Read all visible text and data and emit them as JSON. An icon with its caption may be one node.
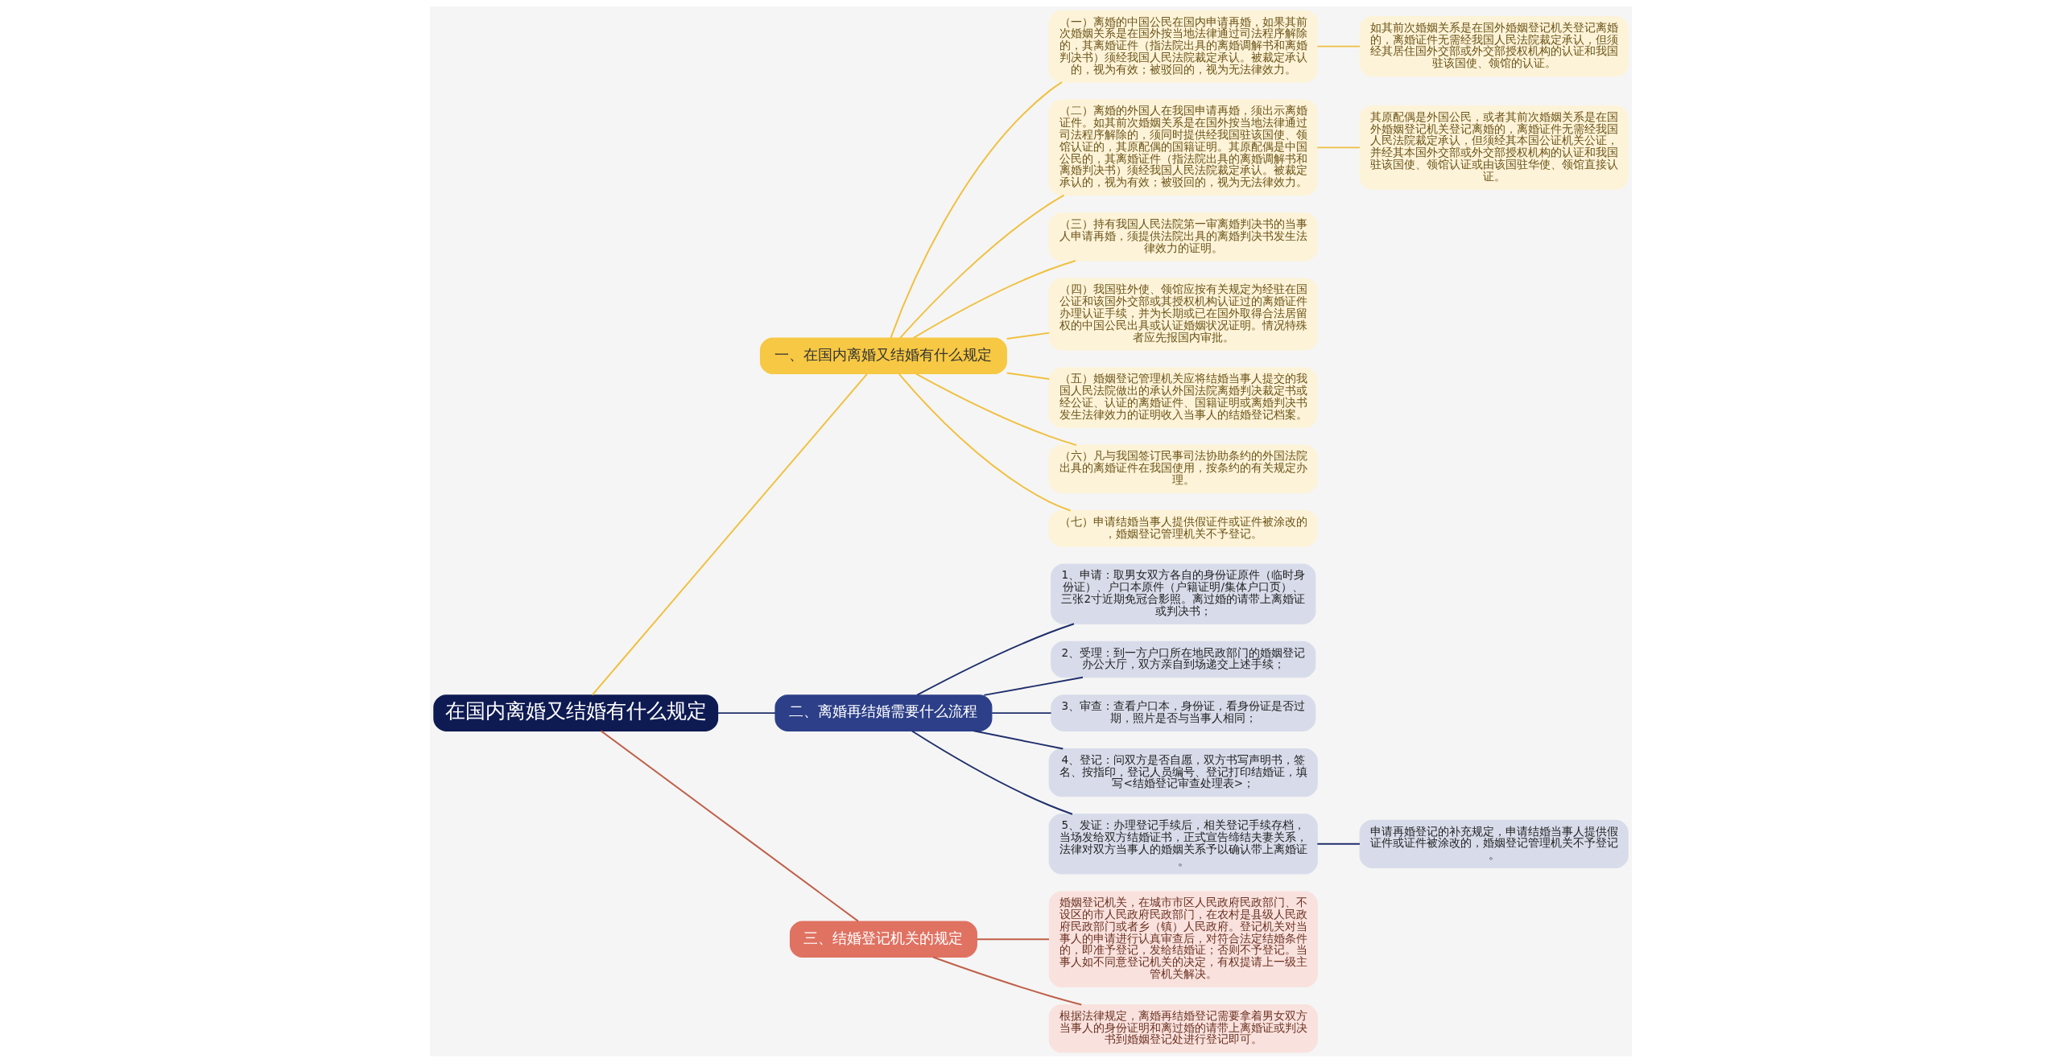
{
  "diagram": {
    "nodes": [
      {
        "text": [
          "在国内离婚又结婚有什么规定"
        ]
      },
      {
        "text": [
          "一、在国内离婚又结婚有什么规定"
        ]
      },
      {
        "text": [
          "（一）离婚的中国公民在国内申请再婚，如果其前次婚姻关系是在国外按当地法律通过司法程序解除的，其离婚证件（指法院出具的离婚调解书和离婚判决书）须经我国人民法院裁定承认。被裁定承认的，视为有效；被驳回的，视为无法律效力。"
        ]
      },
      {
        "text": [
          "如其前次婚姻关系是在国外婚姻登记机关登记离婚的，离婚证件无需经我国人民法院裁定承认，但须经其居住国外交部或外交部授权机构的认证和我国驻该国使、领馆的认证。"
        ]
      },
      {
        "text": [
          "（二）离婚的外国人在我国申请再婚，须出示离婚证件。如其前次婚姻关系是在国外按当地法律通过司法程序解除的，须同时提供经我国驻该国使、领馆认证的，其原配偶的国籍证明。其原配偶是中国公民的，其离婚证件（指法院出具的离婚调解书和离婚判决书）须经我国人民法院裁定承认。被裁定承认的，视为有效；被驳回的，视为无法律效力。"
        ]
      },
      {
        "text": [
          "其原配偶是外国公民，或者其前次婚姻关系是在国外婚姻登记机关登记离婚的，离婚证件无需经我国人民法院裁定承认，但须经其本国公证机关公证，并经其本国外交部或外交部授权机构的认证和我国驻该国使、领馆认证或由该国驻华使、领馆直接认证。"
        ]
      },
      {
        "text": [
          "（三）持有我国人民法院第一审离婚判决书的当事人申请再婚，须提供法院出具的离婚判决书发生法律效力的证明。"
        ]
      },
      {
        "text": [
          "（四）我国驻外使、领馆应按有关规定为经驻在国公证和该国外交部或其授权机构认证过的离婚证件办理认证手续，并为长期或已在国外取得合法居留权的中国公民出具或认证婚姻状况证明。情况特殊者应先报国内审批。"
        ]
      },
      {
        "text": [
          "（五）婚姻登记管理机关应将结婚当事人提交的我国人民法院做出的承认外国法院离婚判决裁定书或经公证、认证的离婚证件、国籍证明或离婚判决书发生法律效力的证明收入当事人的结婚登记档案。"
        ]
      },
      {
        "text": [
          "（六）凡与我国签订民事司法协助条约的外国法院出具的离婚证件在我国使用，按条约的有关规定办理。"
        ]
      },
      {
        "text": [
          "（七）申请结婚当事人提供假证件或证件被涂改的，婚姻登记管理机关不予登记。"
        ]
      },
      {
        "text": [
          "二、离婚再结婚需要什么流程"
        ]
      },
      {
        "text": [
          "1、申请：取男女双方各自的身份证原件（临时身份证）、户口本原件（户籍证明/集体户口页）、三张2寸近期免冠合影照。离过婚的请带上离婚证或判决书；"
        ]
      },
      {
        "text": [
          "2、受理：到一方户口所在地民政部门的婚姻登记办公大厅，双方亲自到场递交上述手续；"
        ]
      },
      {
        "text": [
          "3、审查：查看户口本，身份证，看身份证是否过期，照片是否与当事人相同；"
        ]
      },
      {
        "text": [
          "4、登记：问双方是否自愿，双方书写声明书，签名、按指印，登记人员编号、登记打印结婚证，填写<结婚登记审查处理表>；"
        ]
      },
      {
        "text": [
          "5、发证：办理登记手续后，相关登记手续存档，当场发给双方结婚证书，正式宣告缔结夫妻关系，法律对双方当事人的婚姻关系予以确认带上离婚证。"
        ]
      },
      {
        "text": [
          "申请再婚登记的补充规定，申请结婚当事人提供假证件或证件被涂改的，婚姻登记管理机关不予登记。"
        ]
      },
      {
        "text": [
          "三、结婚登记机关的规定"
        ]
      },
      {
        "text": [
          "婚姻登记机关，在城市市区人民政府民政部门、不设区的市人民政府民政部门，在农村是县级人民政府民政部门或者乡（镇）人民政府。登记机关对当事人的申请进行认真审查后，对符合法定结婚条件的，即准予登记，发给结婚证；否则不予登记。当事人如不同意登记机关的决定，有权提请上一级主管机关解决。"
        ]
      },
      {
        "text": [
          "根据法律规定，离婚再结婚登记需要拿着男女双方当事人的身份证明和离过婚的请带上离婚证或判决书到婚姻登记处进行登记即可。"
        ]
      }
    ],
    "edges": [
      {
        "from": 0,
        "to": 1,
        "arrow": "none"
      },
      {
        "from": 1,
        "to": 2,
        "arrow": "none"
      },
      {
        "from": 2,
        "to": 3,
        "arrow": "none"
      },
      {
        "from": 1,
        "to": 4,
        "arrow": "none"
      },
      {
        "from": 4,
        "to": 5,
        "arrow": "none"
      },
      {
        "from": 1,
        "to": 6,
        "arrow": "none"
      },
      {
        "from": 1,
        "to": 7,
        "arrow": "none"
      },
      {
        "from": 1,
        "to": 8,
        "arrow": "none"
      },
      {
        "from": 1,
        "to": 9,
        "arrow": "none"
      },
      {
        "from": 1,
        "to": 10,
        "arrow": "none"
      },
      {
        "from": 0,
        "to": 11,
        "arrow": "none",
        "color": "#1f2f6b"
      },
      {
        "from": 11,
        "to": 12,
        "arrow": "none",
        "color": "#1f2f6b"
      },
      {
        "from": 11,
        "to": 13,
        "arrow": "none",
        "color": "#1f2f6b"
      },
      {
        "from": 11,
        "to": 14,
        "arrow": "none",
        "color": "#1f2f6b"
      },
      {
        "from": 11,
        "to": 15,
        "arrow": "none",
        "color": "#1f2f6b"
      },
      {
        "from": 11,
        "to": 16,
        "arrow": "none",
        "color": "#1f2f6b"
      },
      {
        "from": 16,
        "to": 17,
        "arrow": "none",
        "color": "#1f2f6b"
      },
      {
        "from": 0,
        "to": 18,
        "arrow": "none",
        "color": "#c0604a"
      },
      {
        "from": 18,
        "to": 19,
        "arrow": "none",
        "color": "#c0604a"
      },
      {
        "from": 18,
        "to": 20,
        "arrow": "none",
        "color": "#c0604a"
      }
    ]
  }
}
